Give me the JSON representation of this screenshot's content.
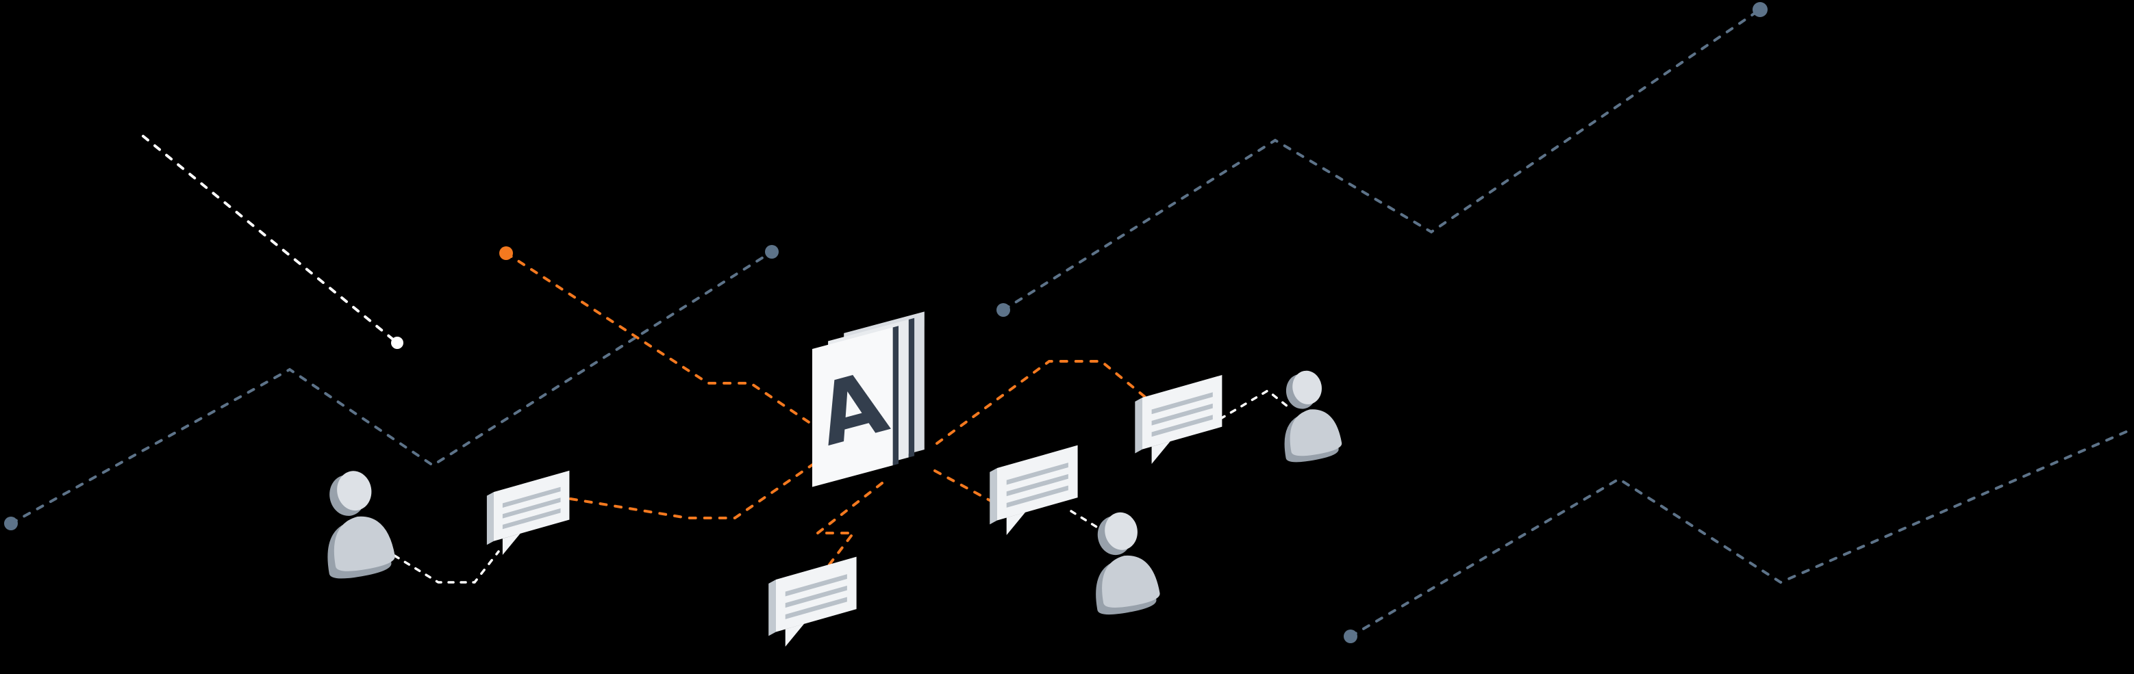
{
  "canvas": {
    "background": "#000000"
  },
  "illustration": {
    "document_letter": "A",
    "counts": {
      "persons": 3,
      "message_cards": 4,
      "document_stacks": 1,
      "endpoint_dots": 7,
      "dashed_paths": 12
    },
    "colors": {
      "background": "#000000",
      "orange": "#f4791f",
      "slate": "#5d7389",
      "white": "#ffffff",
      "card_face": "#f2f4f6",
      "card_side": "#c2c9d0",
      "card_line": "#b9c1c9",
      "figure_main": "#c9cfd6",
      "figure_light": "#dde1e6",
      "figure_shade": "#98a1ab",
      "page_front": "#f8f9fa",
      "page_mid": "#e8ebee",
      "page_back": "#d9dde2",
      "page_edge": "#333e4d",
      "letter_color": "#333e4d"
    }
  }
}
